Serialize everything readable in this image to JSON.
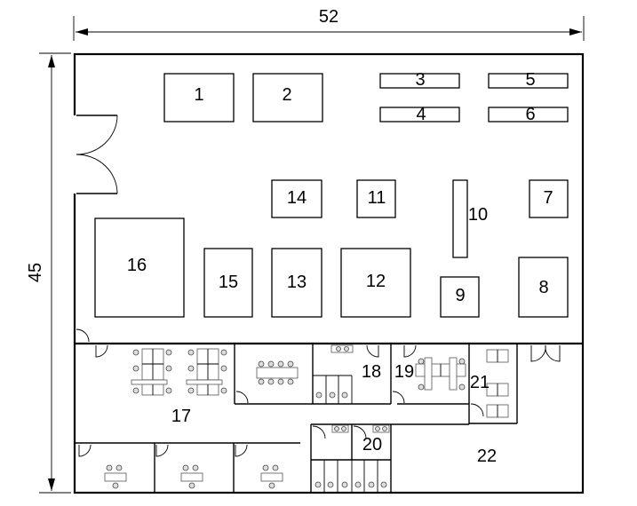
{
  "dimensions": {
    "width_label": "52",
    "height_label": "45"
  },
  "areas": [
    {
      "id": "1",
      "label": "1"
    },
    {
      "id": "2",
      "label": "2"
    },
    {
      "id": "3",
      "label": "3"
    },
    {
      "id": "4",
      "label": "4"
    },
    {
      "id": "5",
      "label": "5"
    },
    {
      "id": "6",
      "label": "6"
    },
    {
      "id": "7",
      "label": "7"
    },
    {
      "id": "8",
      "label": "8"
    },
    {
      "id": "9",
      "label": "9"
    },
    {
      "id": "10",
      "label": "10"
    },
    {
      "id": "11",
      "label": "11"
    },
    {
      "id": "12",
      "label": "12"
    },
    {
      "id": "13",
      "label": "13"
    },
    {
      "id": "14",
      "label": "14"
    },
    {
      "id": "15",
      "label": "15"
    },
    {
      "id": "16",
      "label": "16"
    },
    {
      "id": "17",
      "label": "17"
    },
    {
      "id": "18",
      "label": "18"
    },
    {
      "id": "19",
      "label": "19"
    },
    {
      "id": "20",
      "label": "20"
    },
    {
      "id": "21",
      "label": "21"
    },
    {
      "id": "22",
      "label": "22"
    }
  ]
}
